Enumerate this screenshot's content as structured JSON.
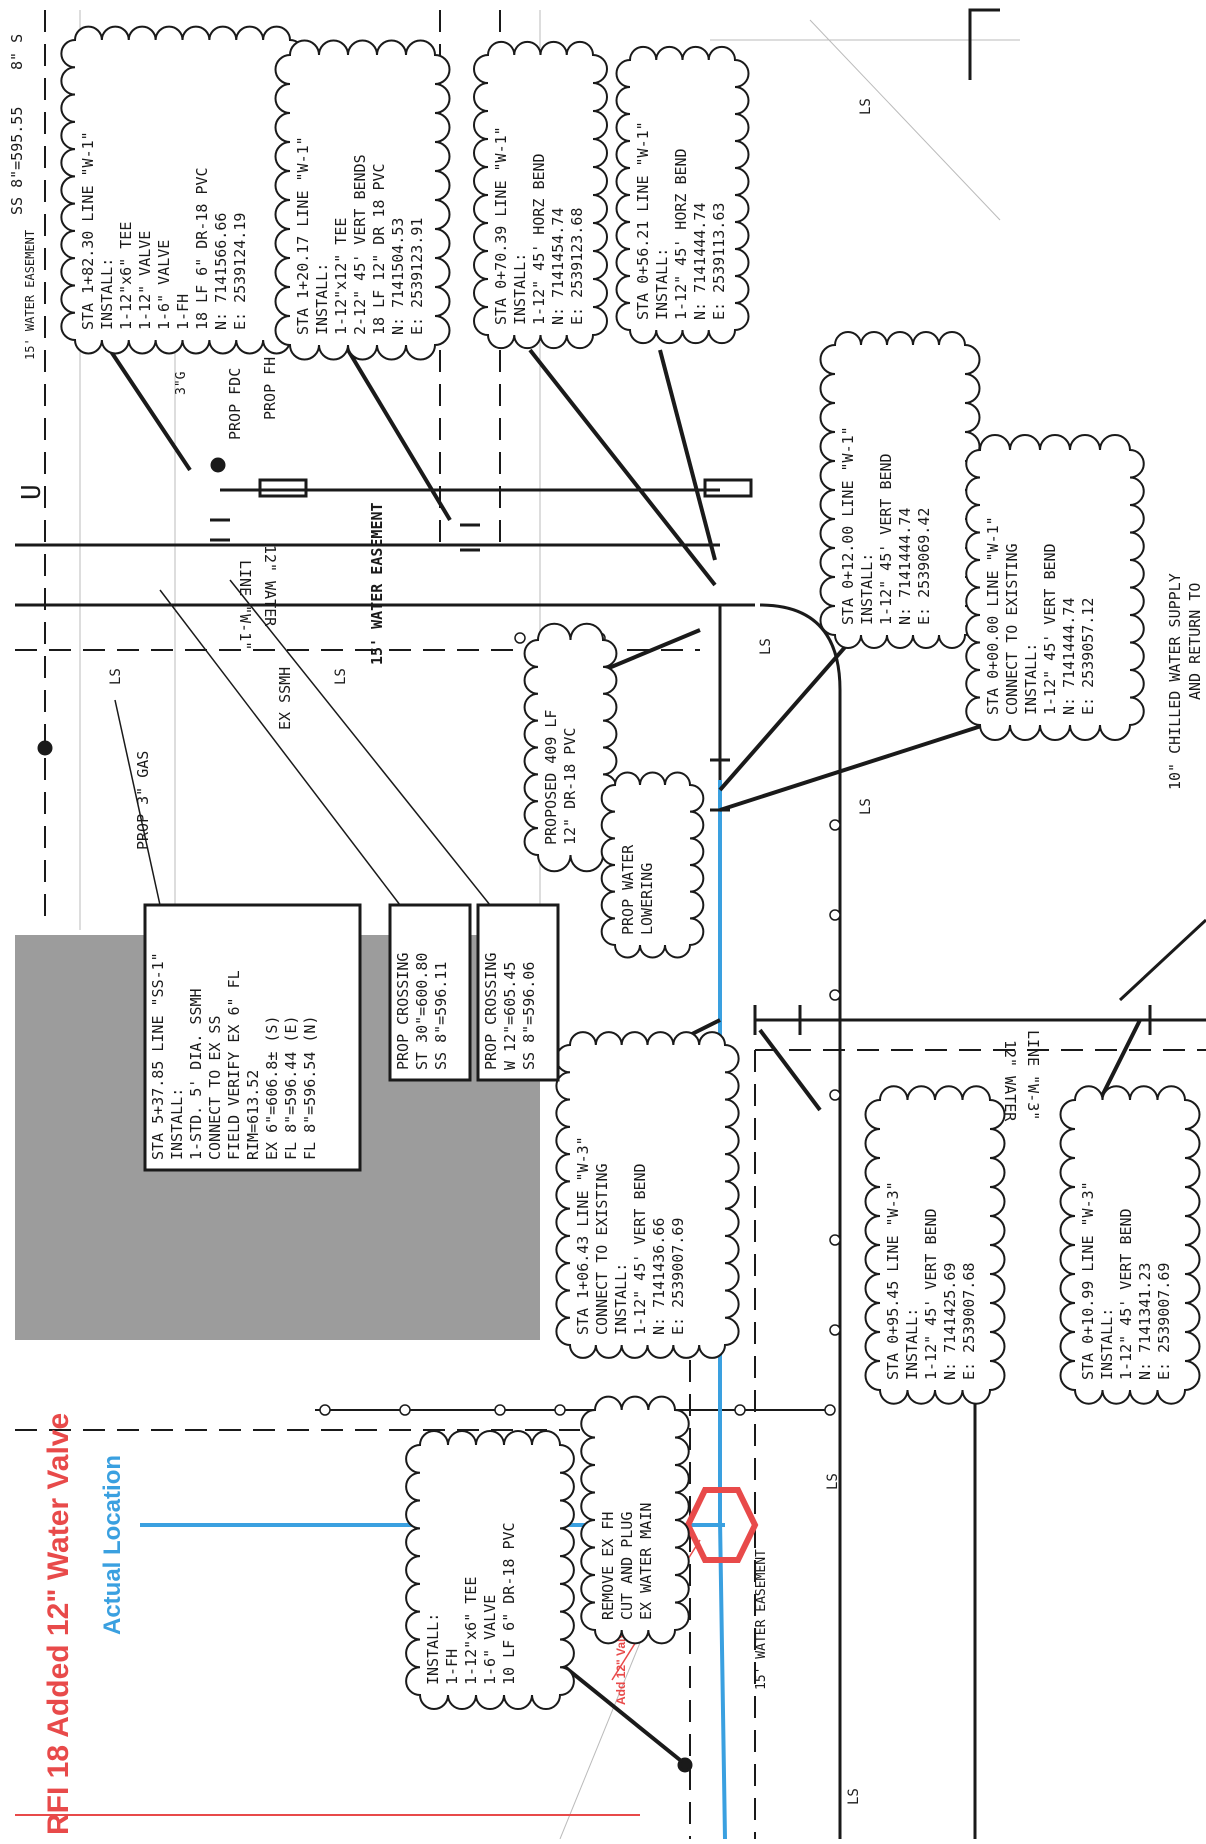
{
  "colors": {
    "line": "#1a1a1a",
    "water_blue": "#3aa0e0",
    "markup_red": "#e84a4a",
    "building_gray": "#9c9c9c"
  },
  "header": {
    "title": "RFI 18 Added 12\" Water Valve",
    "subtitle": "Actual Location",
    "red_note": "Add 12\" Valve"
  },
  "top_strip": {
    "left_code": "SS 8\"=595.55",
    "right_code": "8\" S"
  },
  "callouts": {
    "c1": [
      "STA 1+82.30 LINE \"W-1\"",
      "INSTALL:",
      "1-12\"x6\" TEE",
      "1-12\" VALVE",
      "1-6\" VALVE",
      "1-FH",
      "18 LF 6\" DR-18 PVC",
      "N: 7141566.66",
      "E: 2539124.19"
    ],
    "c2": [
      "STA 1+20.17 LINE \"W-1\"",
      "INSTALL:",
      "1-12\"x12\" TEE",
      "2-12\" 45' VERT BENDS",
      "18 LF 12\" DR 18 PVC",
      "N: 7141504.53",
      "E: 2539123.91"
    ],
    "c3": [
      "STA 0+70.39 LINE \"W-1\"",
      "INSTALL:",
      "1-12\" 45' HORZ BEND",
      "N: 7141454.74",
      "E: 2539123.68"
    ],
    "c4": [
      "STA 0+56.21 LINE \"W-1\"",
      "INSTALL:",
      "1-12\" 45' HORZ BEND",
      "N: 7141444.74",
      "E: 2539113.63"
    ],
    "c5": [
      "STA 0+12.00 LINE \"W-1\"",
      "INSTALL:",
      "1-12\" 45' VERT BEND",
      "N: 7141444.74",
      "E: 2539069.42"
    ],
    "c6": [
      "STA 0+00.00 LINE \"W-1\"",
      "CONNECT TO EXISTING",
      "INSTALL:",
      "1-12\" 45' VERT BEND",
      "N: 7141444.74",
      "E: 2539057.12"
    ],
    "c7": [
      "PROPOSED 409 LF",
      "12\" DR-18 PVC"
    ],
    "c8": [
      "PROP WATER",
      "LOWERING"
    ],
    "c9": [
      "STA 1+06.43 LINE \"W-3\"",
      "CONNECT TO EXISTING",
      "INSTALL:",
      "1-12\" 45' VERT BEND",
      "N: 7141436.66",
      "E: 2539007.69"
    ],
    "c10": [
      "STA 0+95.45 LINE \"W-3\"",
      "INSTALL:",
      "1-12\" 45' VERT BEND",
      "N: 7141425.69",
      "E: 2539007.68"
    ],
    "c11": [
      "STA 0+10.99 LINE \"W-3\"",
      "INSTALL:",
      "1-12\" 45' VERT BEND",
      "N: 7141341.23",
      "E: 2539007.69"
    ],
    "c12": [
      "REMOVE EX FH",
      "CUT AND PLUG",
      "EX WATER MAIN"
    ],
    "c13": [
      "INSTALL:",
      "1-FH",
      "1-12\"x6\" TEE",
      "1-6\" VALVE",
      "10 LF 6\" DR-18 PVC"
    ]
  },
  "boxes": {
    "ss": [
      "STA 5+37.85 LINE \"SS-1\"",
      "INSTALL:",
      "1-STD. 5' DIA. SSMH",
      "CONNECT TO EX SS",
      "FIELD VERIFY EX 6\" FL",
      "RIM=613.52",
      "EX 6\"=606.8± (S)",
      "FL 8\"=596.44 (E)",
      "FL 8\"=596.54 (N)"
    ],
    "x1": [
      "PROP CROSSING",
      "ST 30\"=600.80",
      "SS 8\"=596.11"
    ],
    "x2": [
      "PROP CROSSING",
      "W 12\"=605.45",
      "SS 8\"=596.06"
    ]
  },
  "labels": {
    "easement_15": "15' WATER EASEMENT",
    "easement_top": "15' WATER EASEMENT",
    "easement_bottom": "15' WATER EASEMENT",
    "line_w1": "LINE \"W-1\"",
    "water_12_w1": "12\" WATER",
    "line_w3": "LINE \"W-3\"",
    "water_12_w3": "12\" WATER",
    "prop_fdc": "PROP FDC",
    "prop_fh": "PROP FH",
    "prop_gas": "PROP 3\" GAS",
    "ex_ssmh": "EX SSMH",
    "chilled": "10\" CHILLED WATER SUPPLY",
    "chilled2": "AND RETURN TO",
    "ls": "LS",
    "u": "U",
    "gas_3g": "3\"G",
    "gas_g": "G"
  }
}
